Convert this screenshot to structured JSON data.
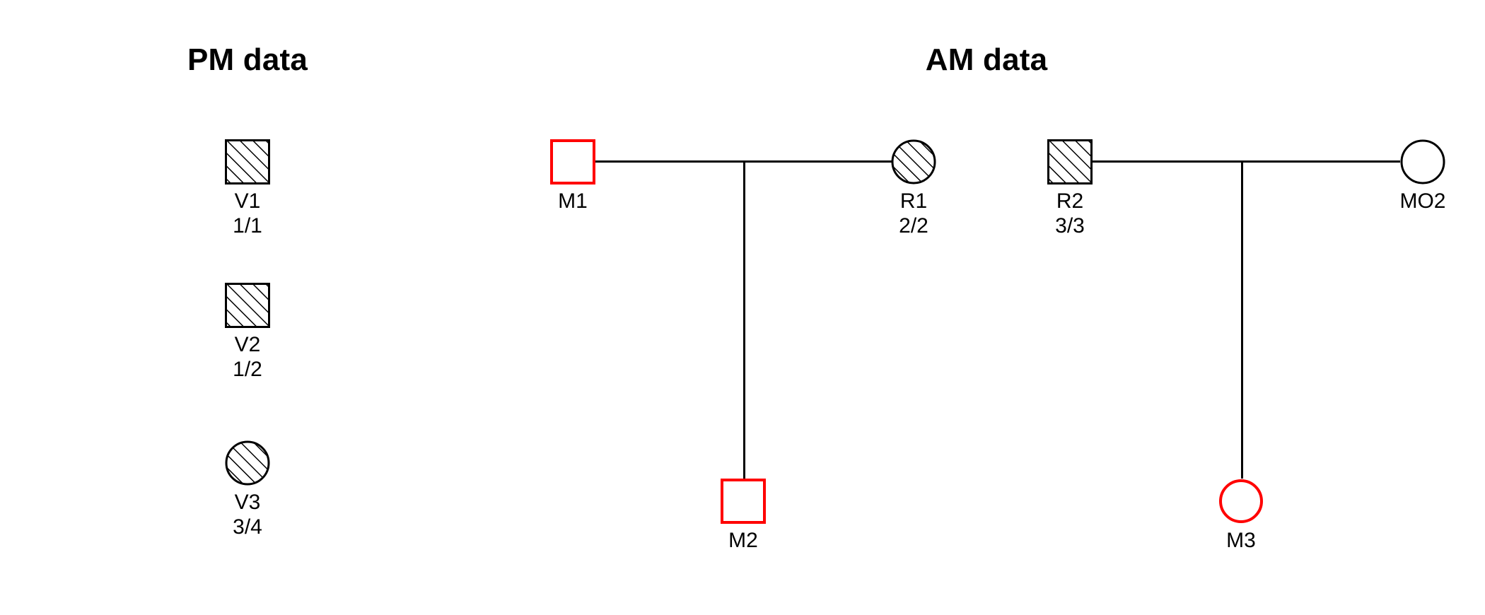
{
  "figure": {
    "background_color": "#FFFFFF",
    "line_color": "#000000",
    "hatch_color": "#000000",
    "unmatched_color": "#FF0000"
  },
  "panels": {
    "pm": {
      "title": "PM data"
    },
    "am": {
      "title": "AM data"
    }
  },
  "pm_individuals": [
    {
      "id": "V1",
      "genotype": "1/1",
      "shape": "square",
      "fill": "hatched",
      "color": "#000000"
    },
    {
      "id": "V2",
      "genotype": "1/2",
      "shape": "square",
      "fill": "hatched",
      "color": "#000000"
    },
    {
      "id": "V3",
      "genotype": "3/4",
      "shape": "circle",
      "fill": "hatched",
      "color": "#000000"
    }
  ],
  "am_family_1": {
    "father": {
      "id": "M1",
      "genotype": "",
      "shape": "square",
      "fill": "empty",
      "color": "#FF0000"
    },
    "mother": {
      "id": "R1",
      "genotype": "2/2",
      "shape": "circle",
      "fill": "hatched",
      "color": "#000000"
    },
    "child": {
      "id": "M2",
      "genotype": "",
      "shape": "square",
      "fill": "empty",
      "color": "#FF0000"
    }
  },
  "am_family_2": {
    "father": {
      "id": "R2",
      "genotype": "3/3",
      "shape": "square",
      "fill": "hatched",
      "color": "#000000"
    },
    "mother": {
      "id": "MO2",
      "genotype": "",
      "shape": "circle",
      "fill": "empty",
      "color": "#000000"
    },
    "child": {
      "id": "M3",
      "genotype": "",
      "shape": "circle",
      "fill": "empty",
      "color": "#FF0000"
    }
  }
}
